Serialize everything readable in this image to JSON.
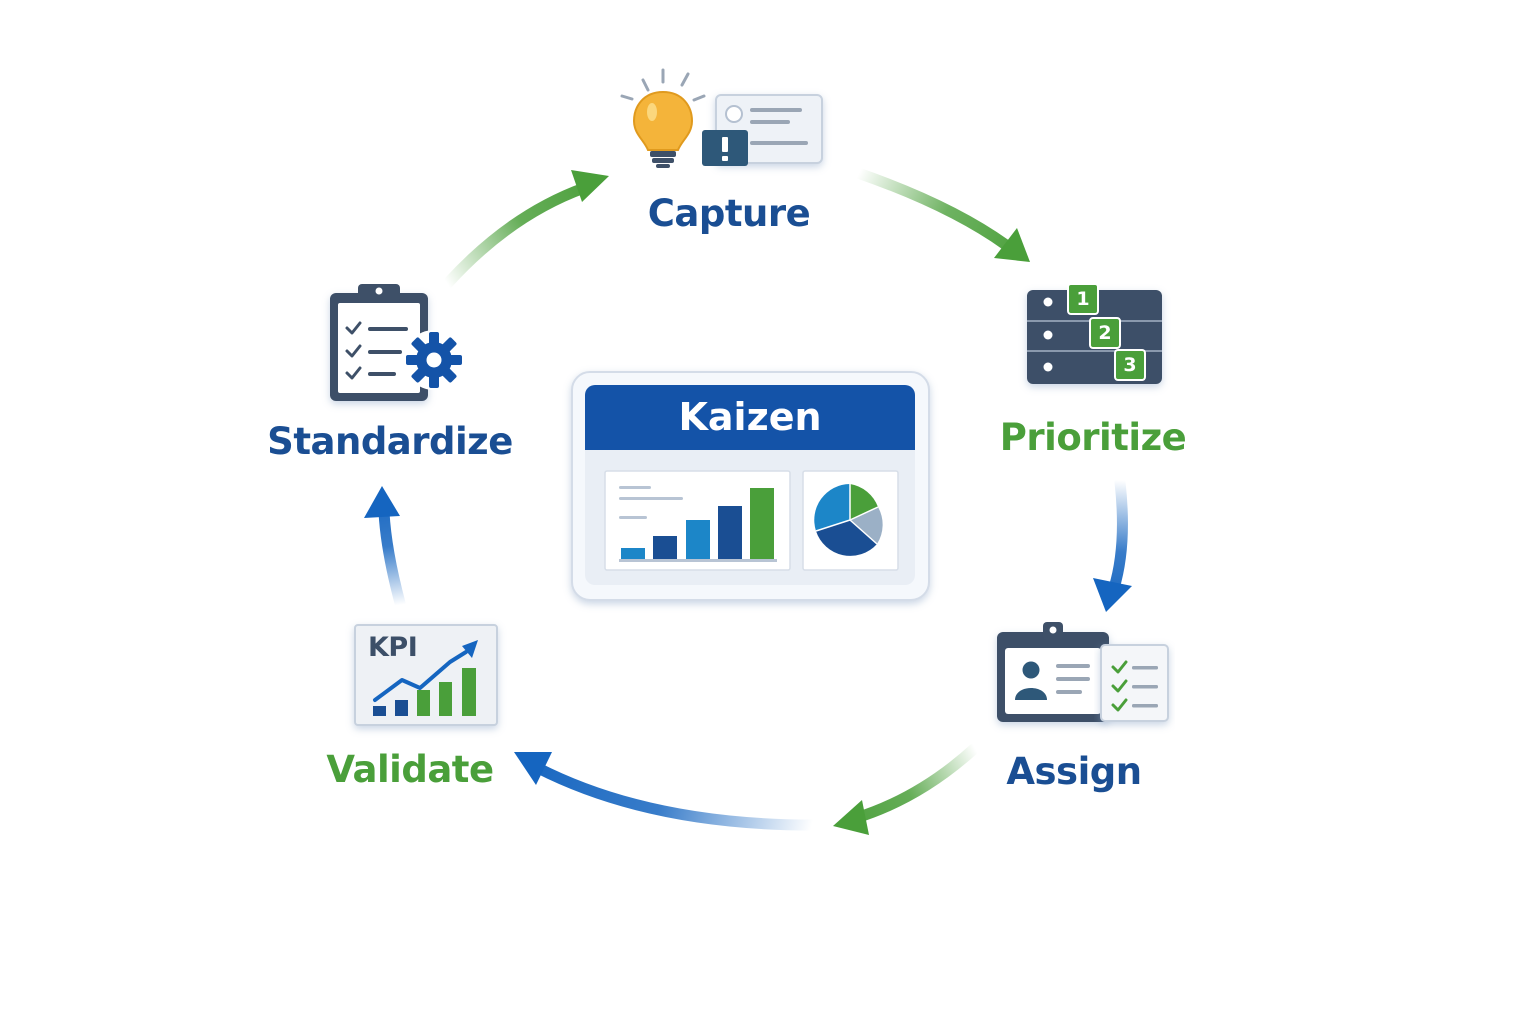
{
  "title": "Kaizen",
  "steps": {
    "capture": "Capture",
    "prioritize": "Prioritize",
    "assign": "Assign",
    "validate": "Validate",
    "standardize": "Standardize"
  },
  "priority_numbers": [
    "1",
    "2",
    "3"
  ],
  "kpi_label": "KPI",
  "colors": {
    "dark_blue": "#1a4e93",
    "green": "#4a9f3a",
    "bright_blue": "#1565c0",
    "header_blue": "#1453a8",
    "slate": "#3e5068",
    "bulb_yellow": "#f4b43a"
  },
  "icons": {
    "capture": "lightbulb-and-card-icon",
    "prioritize": "ranked-list-icon",
    "assign": "badge-and-checklist-icon",
    "validate": "kpi-chart-icon",
    "standardize": "clipboard-gear-icon"
  }
}
